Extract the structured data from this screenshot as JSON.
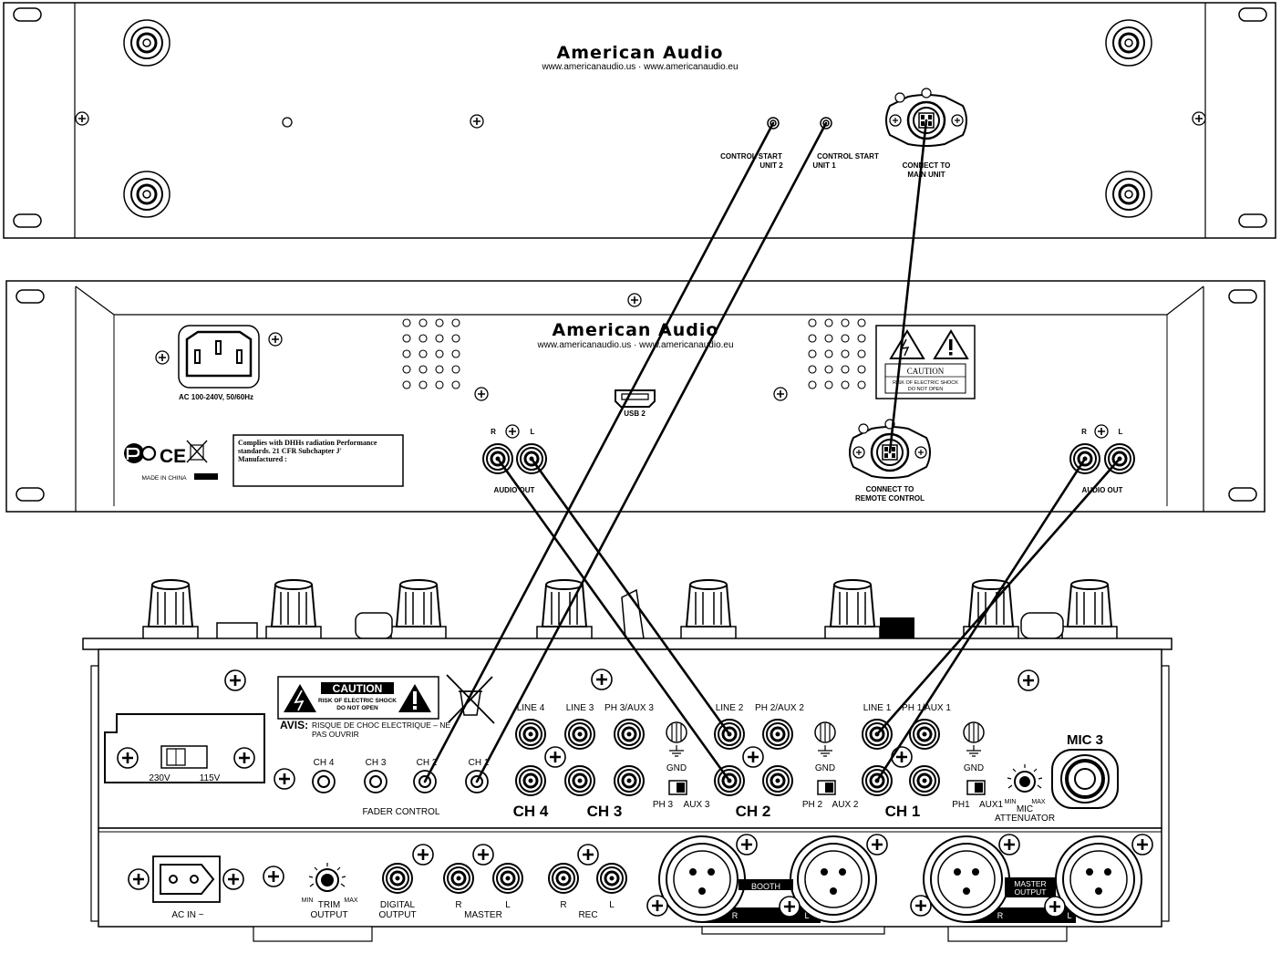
{
  "remote_unit": {
    "brand": "American Audio",
    "website": "www.americanaudio.us · www.americanaudio.eu",
    "control_start_2_line1": "CONTROL START",
    "control_start_2_line2": "UNIT 2",
    "control_start_1_line1": "CONTROL START",
    "control_start_1_line2": "UNIT 1",
    "connect_main_line1": "CONNECT TO",
    "connect_main_line2": "MAIN UNIT"
  },
  "main_unit": {
    "brand": "American Audio",
    "website": "www.americanaudio.us · www.americanaudio.eu",
    "power_label": "AC 100-240V, 50/60Hz",
    "usb_label": "USB 2",
    "caution_title": "CAUTION",
    "caution_line1": "RISK OF ELECTRIC SHOCK",
    "caution_line2": "DO NOT OPEN",
    "audio_out_left": "AUDIO OUT",
    "audio_out_right": "AUDIO OUT",
    "r": "R",
    "l": "L",
    "connect_remote_line1": "CONNECT TO",
    "connect_remote_line2": "REMOTE CONTROL",
    "compliance_line1": "Complies with DHHs radiation Performance",
    "compliance_line2": "standards. 21 CFR Subchapter J'",
    "compliance_line3": "Manufactured :",
    "made_in": "MADE IN CHINA"
  },
  "mixer": {
    "caution_title": "CAUTION",
    "caution_line1": "RISK OF ELECTRIC SHOCK",
    "caution_line2": "DO NOT OPEN",
    "avis_bold": "AVIS:",
    "avis_text1": "RISQUE DE CHOC ELECTRIQUE – NE",
    "avis_text2": "PAS OUVRIR",
    "voltage_230": "230V",
    "voltage_115": "115V",
    "fader_ch4": "CH 4",
    "fader_ch3": "CH 3",
    "fader_ch2": "CH 2",
    "fader_ch1": "CH 1",
    "fader_control": "FADER CONTROL",
    "line4": "LINE 4",
    "line3": "LINE 3",
    "ph3aux3": "PH 3/AUX 3",
    "line2": "LINE 2",
    "ph2aux2": "PH 2/AUX 2",
    "line1": "LINE 1",
    "ph1aux1": "PH 1/AUX 1",
    "gnd": "GND",
    "ch4": "CH 4",
    "ch3": "CH 3",
    "ch2": "CH 2",
    "ch1": "CH 1",
    "sw3_a": "PH 3",
    "sw3_b": "AUX 3",
    "sw2_a": "PH 2",
    "sw2_b": "AUX 2",
    "sw1_a": "PH1",
    "sw1_b": "AUX1",
    "mic3": "MIC 3",
    "mic_min": "MIN",
    "mic_max": "MAX",
    "mic_att1": "MIC",
    "mic_att2": "ATTENUATOR",
    "ac_in": "AC IN ~",
    "trim_min": "MIN",
    "trim_max": "MAX",
    "trim": "TRIM",
    "output": "OUTPUT",
    "digital1": "DIGITAL",
    "digital2": "OUTPUT",
    "master_r": "R",
    "master_l": "L",
    "master": "MASTER",
    "rec_r": "R",
    "rec_l": "L",
    "rec": "REC",
    "booth": "BOOTH",
    "booth_r": "R",
    "booth_l": "L",
    "master_output1": "MASTER",
    "master_output2": "OUTPUT",
    "mo_r": "R",
    "mo_l": "L"
  }
}
